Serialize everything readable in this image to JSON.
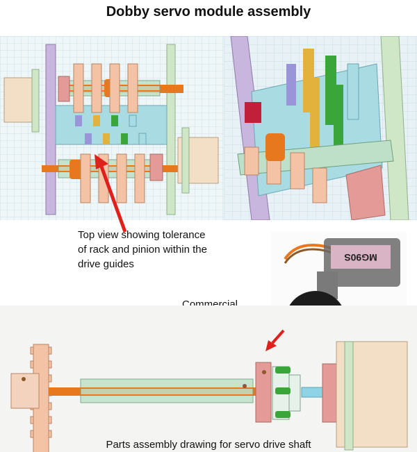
{
  "title": "Dobby servo module assembly",
  "captions": {
    "top_view": "Top view showing tolerance of rack and pinion within the drive guides",
    "servo_coupling": "Commercial servo coupling",
    "parts_drawing": "Parts assembly drawing for servo drive shaft"
  },
  "photo_label": "MG90S",
  "colors": {
    "guide_purple": "#c8b6de",
    "guide_green": "#cfe6c7",
    "rack_blue": "#a9dbe3",
    "gear_peach": "#f4c2a4",
    "shaft_orange": "#e8781e",
    "pink_plate": "#e49b98",
    "annotation_red": "#e0211b",
    "rack_yellow": "#e3b23c",
    "rack_green": "#3aa63a",
    "rack_violet": "#9a95d8"
  }
}
